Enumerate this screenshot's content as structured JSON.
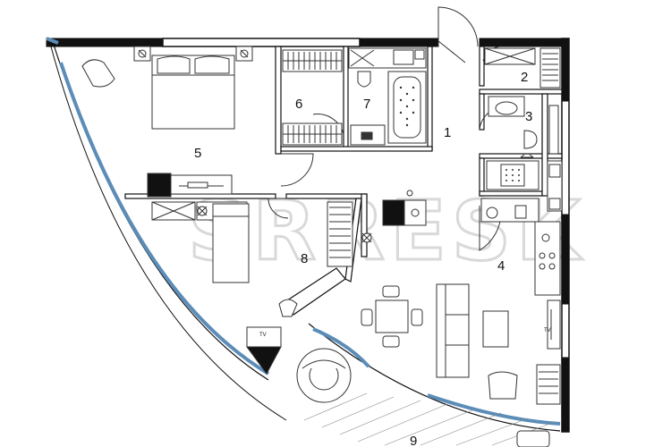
{
  "plan": {
    "rooms": [
      {
        "id": "1",
        "label": "1"
      },
      {
        "id": "2",
        "label": "2"
      },
      {
        "id": "3",
        "label": "3"
      },
      {
        "id": "4",
        "label": "4"
      },
      {
        "id": "5",
        "label": "5"
      },
      {
        "id": "6",
        "label": "6"
      },
      {
        "id": "7",
        "label": "7"
      },
      {
        "id": "8",
        "label": "8"
      },
      {
        "id": "9",
        "label": "9"
      }
    ],
    "tv_labels": [
      "TV",
      "TV"
    ],
    "watermark": "SRRESK",
    "colors": {
      "wall": "#111111",
      "window": "#5b8db8",
      "line": "#333333",
      "floor": "#ffffff"
    }
  }
}
